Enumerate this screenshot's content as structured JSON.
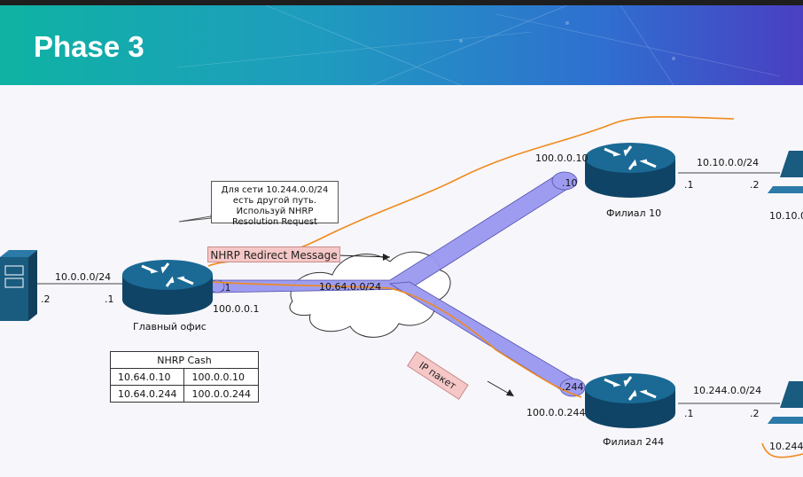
{
  "header": {
    "title": "Phase 3"
  },
  "hub": {
    "name": "Главный офис",
    "lan": "10.0.0.0/24",
    "lan_server_ip": ".2",
    "lan_router_ip": ".1",
    "tunnel_ip_short": ".1",
    "nbma_ip": "100.0.0.1"
  },
  "tunnel_network": "10.64.0.0/24",
  "spoke10": {
    "name": "Филиал 10",
    "nbma_ip": "100.0.0.10",
    "tunnel_ip_short": ".10",
    "lan": "10.10.0.0/24",
    "lan_router_ip": ".1",
    "lan_host_ip": ".2",
    "host_label": "10.10.0"
  },
  "spoke244": {
    "name": "Филиал 244",
    "nbma_ip": "100.0.0.244",
    "tunnel_ip_short": ".244",
    "lan": "10.244.0.0/24",
    "lan_router_ip": ".1",
    "lan_host_ip": ".2",
    "host_label": "10.244."
  },
  "callout": {
    "text": "Для сети 10.244.0.0/24 есть другой путь. Используй NHRP Resolution Request"
  },
  "redirect_label": "NHRP Redirect Message",
  "ip_packet_label": "IP пакет",
  "nhrp_cache": {
    "title": "NHRP Cash",
    "rows": [
      {
        "tunnel": "10.64.0.10",
        "nbma": "100.0.0.10"
      },
      {
        "tunnel": "10.64.0.244",
        "nbma": "100.0.0.244"
      }
    ]
  },
  "colors": {
    "banner_start": "#0fb3a3",
    "banner_end": "#4a3fc2",
    "router": "#1a5b80",
    "tunnel": "#9a98f0",
    "annotation": "#f08a1c",
    "label_fill": "#f6c7c7"
  }
}
